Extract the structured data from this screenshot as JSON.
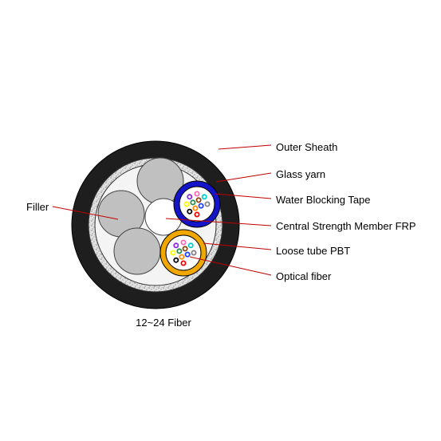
{
  "labels": {
    "outer_sheath": "Outer Sheath",
    "glass_yarn": "Glass yarn",
    "water_blocking_tape": "Water Blocking Tape",
    "filler": "Filler",
    "central_strength_member": "Central Strength Member FRP",
    "loose_tube": "Loose tube PBT",
    "optical_fiber": "Optical fiber"
  },
  "caption": "12~24 Fiber",
  "colors": {
    "sheath": "#1e1e1e",
    "glass_yarn": "#dcdcdc",
    "inner_wall": "#f4f4f4",
    "filler": "#c0c0c0",
    "water_blocking_tape": "#1414c8",
    "loose_tube_ring": "#f0a800",
    "leader_line": "#c00000",
    "fiber_colors": [
      "#1f3fff",
      "#ff8c00",
      "#2e8b57",
      "#8b4513",
      "#808080",
      "#ffffff",
      "#ff0000",
      "#000000",
      "#ffff00",
      "#8a2be2",
      "#ff69b4",
      "#00ced1"
    ]
  }
}
